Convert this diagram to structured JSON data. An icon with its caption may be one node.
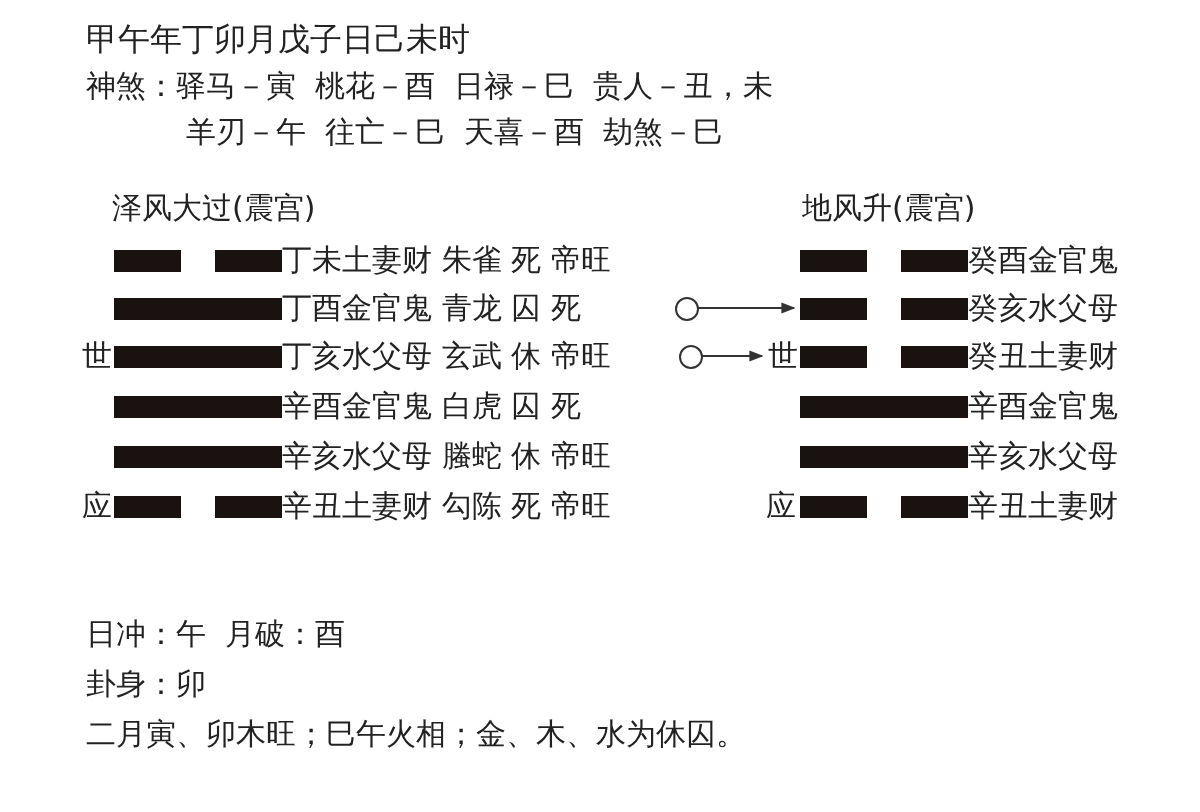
{
  "diagram": {
    "nodes": [
      {
        "text": [],
        "shape": "circle"
      },
      {
        "text": [],
        "shape": "circle"
      },
      {
        "text": [
          "世"
        ]
      },
      {
        "text": [],
        "shape": "broken-bar"
      },
      {
        "text": [],
        "shape": "bar"
      },
      {
        "text": [],
        "shape": "bar"
      },
      {
        "text": [],
        "shape": "bar"
      },
      {
        "text": [],
        "shape": "bar"
      },
      {
        "text": [],
        "shape": "broken-bar"
      },
      {
        "text": [],
        "shape": "broken-bar"
      },
      {
        "text": [],
        "shape": "broken-bar"
      },
      {
        "text": [],
        "shape": "broken-bar"
      },
      {
        "text": [],
        "shape": "bar"
      },
      {
        "text": [],
        "shape": "bar"
      },
      {
        "text": [],
        "shape": "broken-bar"
      }
    ],
    "edges": [
      {
        "from": 0,
        "to": 10,
        "arrow": "to"
      },
      {
        "from": 1,
        "to": 2,
        "arrow": "to"
      }
    ],
    "labels": [
      "甲午年丁卯月戊子日己未时",
      "神煞：驿马－寅  桃花－酉  日禄－巳  贵人－丑，未",
      "羊刃－午  往亡－巳  天喜－酉  劫煞－巳",
      "泽风大过(震宫)",
      "地风升(震宫)",
      "丁未土妻财 朱雀 死 帝旺",
      "癸酉金官鬼",
      "丁酉金官鬼 青龙 囚 死",
      "癸亥水父母",
      "世",
      "丁亥水父母 玄武 休 帝旺",
      "癸丑土妻财",
      "辛酉金官鬼 白虎 囚 死",
      "辛酉金官鬼",
      "辛亥水父母 螣蛇 休 帝旺",
      "辛亥水父母",
      "应",
      "辛丑土妻财 勾陈 死 帝旺",
      "应",
      "辛丑土妻财",
      "日冲：午  月破：酉",
      "卦身：卯",
      "二月寅、卯木旺；巳午火相；金、木、水为休囚。"
    ]
  }
}
